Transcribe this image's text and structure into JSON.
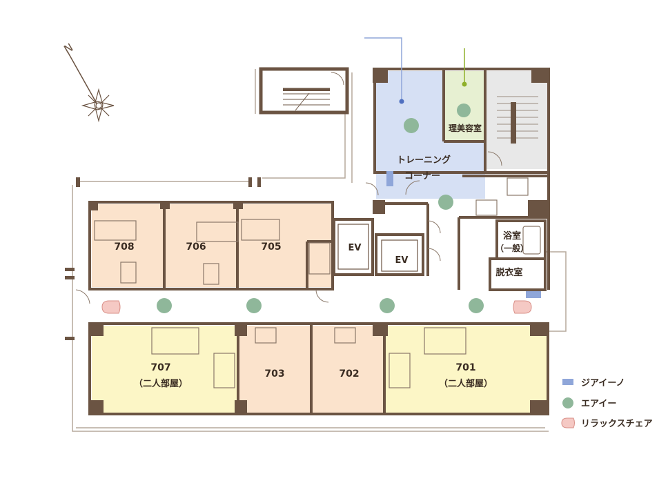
{
  "compass": {
    "north_letter": "N"
  },
  "rooms": {
    "r708": "708",
    "r706": "706",
    "r705": "705",
    "r707": "707",
    "r707_note": "（二人部屋）",
    "r703": "703",
    "r702": "702",
    "r701": "701",
    "r701_note": "（二人部屋）",
    "ev1": "EV",
    "ev2": "EV",
    "barber": "理美容室",
    "training_line1": "トレーニング",
    "training_line2": "コーナー",
    "bath_line1": "浴室",
    "bath_line2": "（一般）",
    "dressing": "脱衣室"
  },
  "legend": [
    {
      "label": "ジアイーノ",
      "symbol": "blue-rectangle",
      "color": "#8fa6d9"
    },
    {
      "label": "エアイー",
      "symbol": "green-circle",
      "color": "#8fb79a"
    },
    {
      "label": "リラックスチェア",
      "symbol": "pink-chair",
      "color": "#f5c9c4"
    }
  ],
  "colors": {
    "wall": "#6b5443",
    "resident_room": "#fbe3cc",
    "two_person_room": "#fcf6c6",
    "training": "#d6e0f4",
    "barber": "#e7f0d2",
    "stair": "#e8e8e8",
    "air_device": "#8fb79a",
    "ziaino": "#8fa6d9",
    "chair": "#f5c9c4"
  }
}
